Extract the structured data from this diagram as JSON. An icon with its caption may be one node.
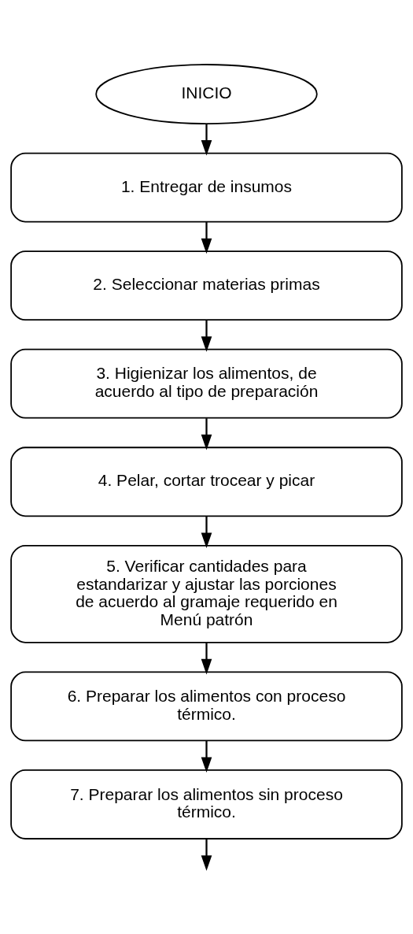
{
  "diagram": {
    "nodes": [
      {
        "text": [
          "INICIO"
        ]
      },
      {
        "text": [
          "1. Entregar de insumos"
        ]
      },
      {
        "text": [
          "2. Seleccionar materias primas"
        ]
      },
      {
        "text": [
          "3. Higienizar los alimentos, de acuerdo al tipo de preparación"
        ]
      },
      {
        "text": [
          "4. Pelar, cortar trocear y picar"
        ]
      },
      {
        "text": [
          "5. Verificar cantidades para estandarizar y ajustar las porciones de acuerdo al gramaje requerido en Menú patrón"
        ]
      },
      {
        "text": [
          "6. Preparar los alimentos con proceso térmico."
        ]
      },
      {
        "text": [
          "7. Preparar los alimentos sin proceso térmico."
        ]
      }
    ],
    "edges": [
      {
        "from": 0,
        "to": 1,
        "arrow": "to"
      },
      {
        "from": 1,
        "to": 2,
        "arrow": "to"
      },
      {
        "from": 2,
        "to": 3,
        "arrow": "to"
      },
      {
        "from": 3,
        "to": 4,
        "arrow": "to"
      },
      {
        "from": 4,
        "to": 5,
        "arrow": "to"
      },
      {
        "from": 5,
        "to": 6,
        "arrow": "to"
      },
      {
        "from": 6,
        "to": 7,
        "arrow": "to"
      },
      {
        "from": 7,
        "to": null,
        "arrow": "to"
      }
    ]
  }
}
